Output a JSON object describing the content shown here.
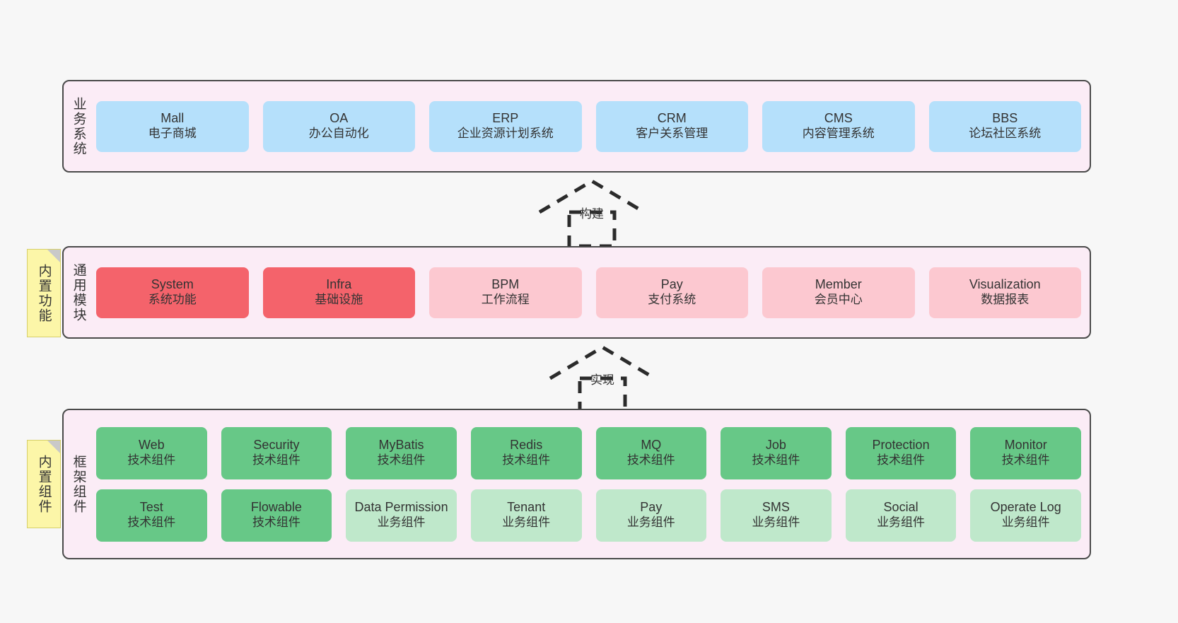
{
  "layers": [
    {
      "id": "business",
      "title": "业务系统",
      "rows": [
        {
          "cells": [
            {
              "name": "Mall",
              "sub": "电子商城",
              "color": "#b5e0fb",
              "style": "c-blue"
            },
            {
              "name": "OA",
              "sub": "办公自动化",
              "color": "#b5e0fb",
              "style": "c-blue"
            },
            {
              "name": "ERP",
              "sub": "企业资源计划系统",
              "color": "#b5e0fb",
              "style": "c-blue"
            },
            {
              "name": "CRM",
              "sub": "客户关系管理",
              "color": "#b5e0fb",
              "style": "c-blue"
            },
            {
              "name": "CMS",
              "sub": "内容管理系统",
              "color": "#b5e0fb",
              "style": "c-blue"
            },
            {
              "name": "BBS",
              "sub": "论坛社区系统",
              "color": "#b5e0fb",
              "style": "c-blue"
            }
          ]
        }
      ]
    },
    {
      "id": "modules",
      "title": "通用模块",
      "rows": [
        {
          "cells": [
            {
              "name": "System",
              "sub": "系统功能",
              "color": "#f4636b",
              "style": "c-red"
            },
            {
              "name": "Infra",
              "sub": "基础设施",
              "color": "#f4636b",
              "style": "c-red"
            },
            {
              "name": "BPM",
              "sub": "工作流程",
              "color": "#fcc8d0",
              "style": "c-pink"
            },
            {
              "name": "Pay",
              "sub": "支付系统",
              "color": "#fcc8d0",
              "style": "c-pink"
            },
            {
              "name": "Member",
              "sub": "会员中心",
              "color": "#fcc8d0",
              "style": "c-pink"
            },
            {
              "name": "Visualization",
              "sub": "数据报表",
              "color": "#fcc8d0",
              "style": "c-pink"
            }
          ]
        }
      ]
    },
    {
      "id": "framework",
      "title": "框架组件",
      "rows": [
        {
          "cells": [
            {
              "name": "Web",
              "sub": "技术组件",
              "color": "#67c887",
              "style": "c-green"
            },
            {
              "name": "Security",
              "sub": "技术组件",
              "color": "#67c887",
              "style": "c-green"
            },
            {
              "name": "MyBatis",
              "sub": "技术组件",
              "color": "#67c887",
              "style": "c-green"
            },
            {
              "name": "Redis",
              "sub": "技术组件",
              "color": "#67c887",
              "style": "c-green"
            },
            {
              "name": "MQ",
              "sub": "技术组件",
              "color": "#67c887",
              "style": "c-green"
            },
            {
              "name": "Job",
              "sub": "技术组件",
              "color": "#67c887",
              "style": "c-green"
            },
            {
              "name": "Protection",
              "sub": "技术组件",
              "color": "#67c887",
              "style": "c-green"
            },
            {
              "name": "Monitor",
              "sub": "技术组件",
              "color": "#67c887",
              "style": "c-green"
            }
          ]
        },
        {
          "cells": [
            {
              "name": "Test",
              "sub": "技术组件",
              "color": "#67c887",
              "style": "c-green"
            },
            {
              "name": "Flowable",
              "sub": "技术组件",
              "color": "#67c887",
              "style": "c-green"
            },
            {
              "name": "Data Permission",
              "sub": "业务组件",
              "color": "#bfe8cb",
              "style": "c-green-light"
            },
            {
              "name": "Tenant",
              "sub": "业务组件",
              "color": "#bfe8cb",
              "style": "c-green-light"
            },
            {
              "name": "Pay",
              "sub": "业务组件",
              "color": "#bfe8cb",
              "style": "c-green-light"
            },
            {
              "name": "SMS",
              "sub": "业务组件",
              "color": "#bfe8cb",
              "style": "c-green-light"
            },
            {
              "name": "Social",
              "sub": "业务组件",
              "color": "#bfe8cb",
              "style": "c-green-light"
            },
            {
              "name": "Operate Log",
              "sub": "业务组件",
              "color": "#bfe8cb",
              "style": "c-green-light"
            }
          ]
        }
      ]
    }
  ],
  "notes": [
    {
      "id": "builtin-feature",
      "text": "内置功能",
      "color": "#fcf6a8"
    },
    {
      "id": "builtin-component",
      "text": "内置组件",
      "color": "#fcf6a8"
    }
  ],
  "arrows": [
    {
      "id": "build",
      "label": "构建",
      "style": "dashed-generalization"
    },
    {
      "id": "realize",
      "label": "实现",
      "style": "dashed-generalization"
    }
  ],
  "canvas": {
    "background": "#f7f7f7",
    "layer_background": "#fbecf6",
    "layer_border": "#4a4a4a",
    "text_color": "#333333"
  }
}
